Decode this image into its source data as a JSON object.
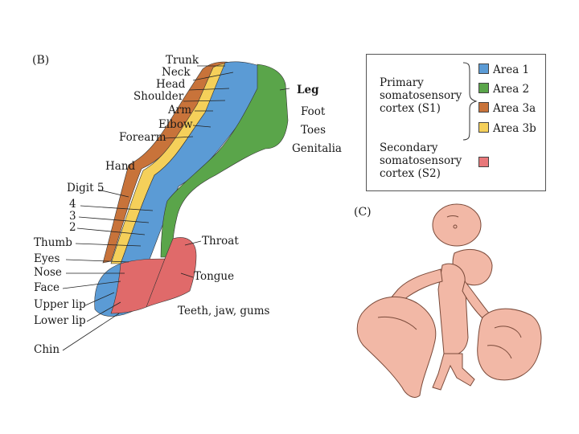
{
  "panel_b": {
    "label": "(B)",
    "labels": {
      "trunk": "Trunk",
      "neck": "Neck",
      "head": "Head",
      "shoulder": "Shoulder",
      "arm": "Arm",
      "elbow": "Elbow",
      "forearm": "Forearm",
      "hand": "Hand",
      "digit5": "Digit 5",
      "d4": "4",
      "d3": "3",
      "d2": "2",
      "thumb": "Thumb",
      "eyes": "Eyes",
      "nose": "Nose",
      "face": "Face",
      "upper_lip": "Upper lip",
      "lower_lip": "Lower lip",
      "chin": "Chin",
      "leg": "Leg",
      "foot": "Foot",
      "toes": "Toes",
      "genitalia": "Genitalia",
      "throat": "Throat",
      "tongue": "Tongue",
      "teeth": "Teeth, jaw, gums"
    }
  },
  "legend": {
    "primary": [
      "Primary",
      "somatosensory",
      "cortex (S1)"
    ],
    "secondary": [
      "Secondary",
      "somatosensory",
      "cortex (S2)"
    ],
    "items": [
      {
        "label": "Area 1",
        "color": "#5b9bd5"
      },
      {
        "label": "Area 2",
        "color": "#5aa54a"
      },
      {
        "label": "Area 3a",
        "color": "#c8733a"
      },
      {
        "label": "Area 3b",
        "color": "#f5d05a"
      }
    ],
    "s2_color": "#e8787a"
  },
  "panel_c": {
    "label": "(C)"
  },
  "colors": {
    "area1": "#5b9bd5",
    "area2": "#5aa54a",
    "area3a": "#c8733a",
    "area3b": "#f5d05a",
    "s2": "#e06a6a",
    "skin": "#f2b8a6"
  }
}
